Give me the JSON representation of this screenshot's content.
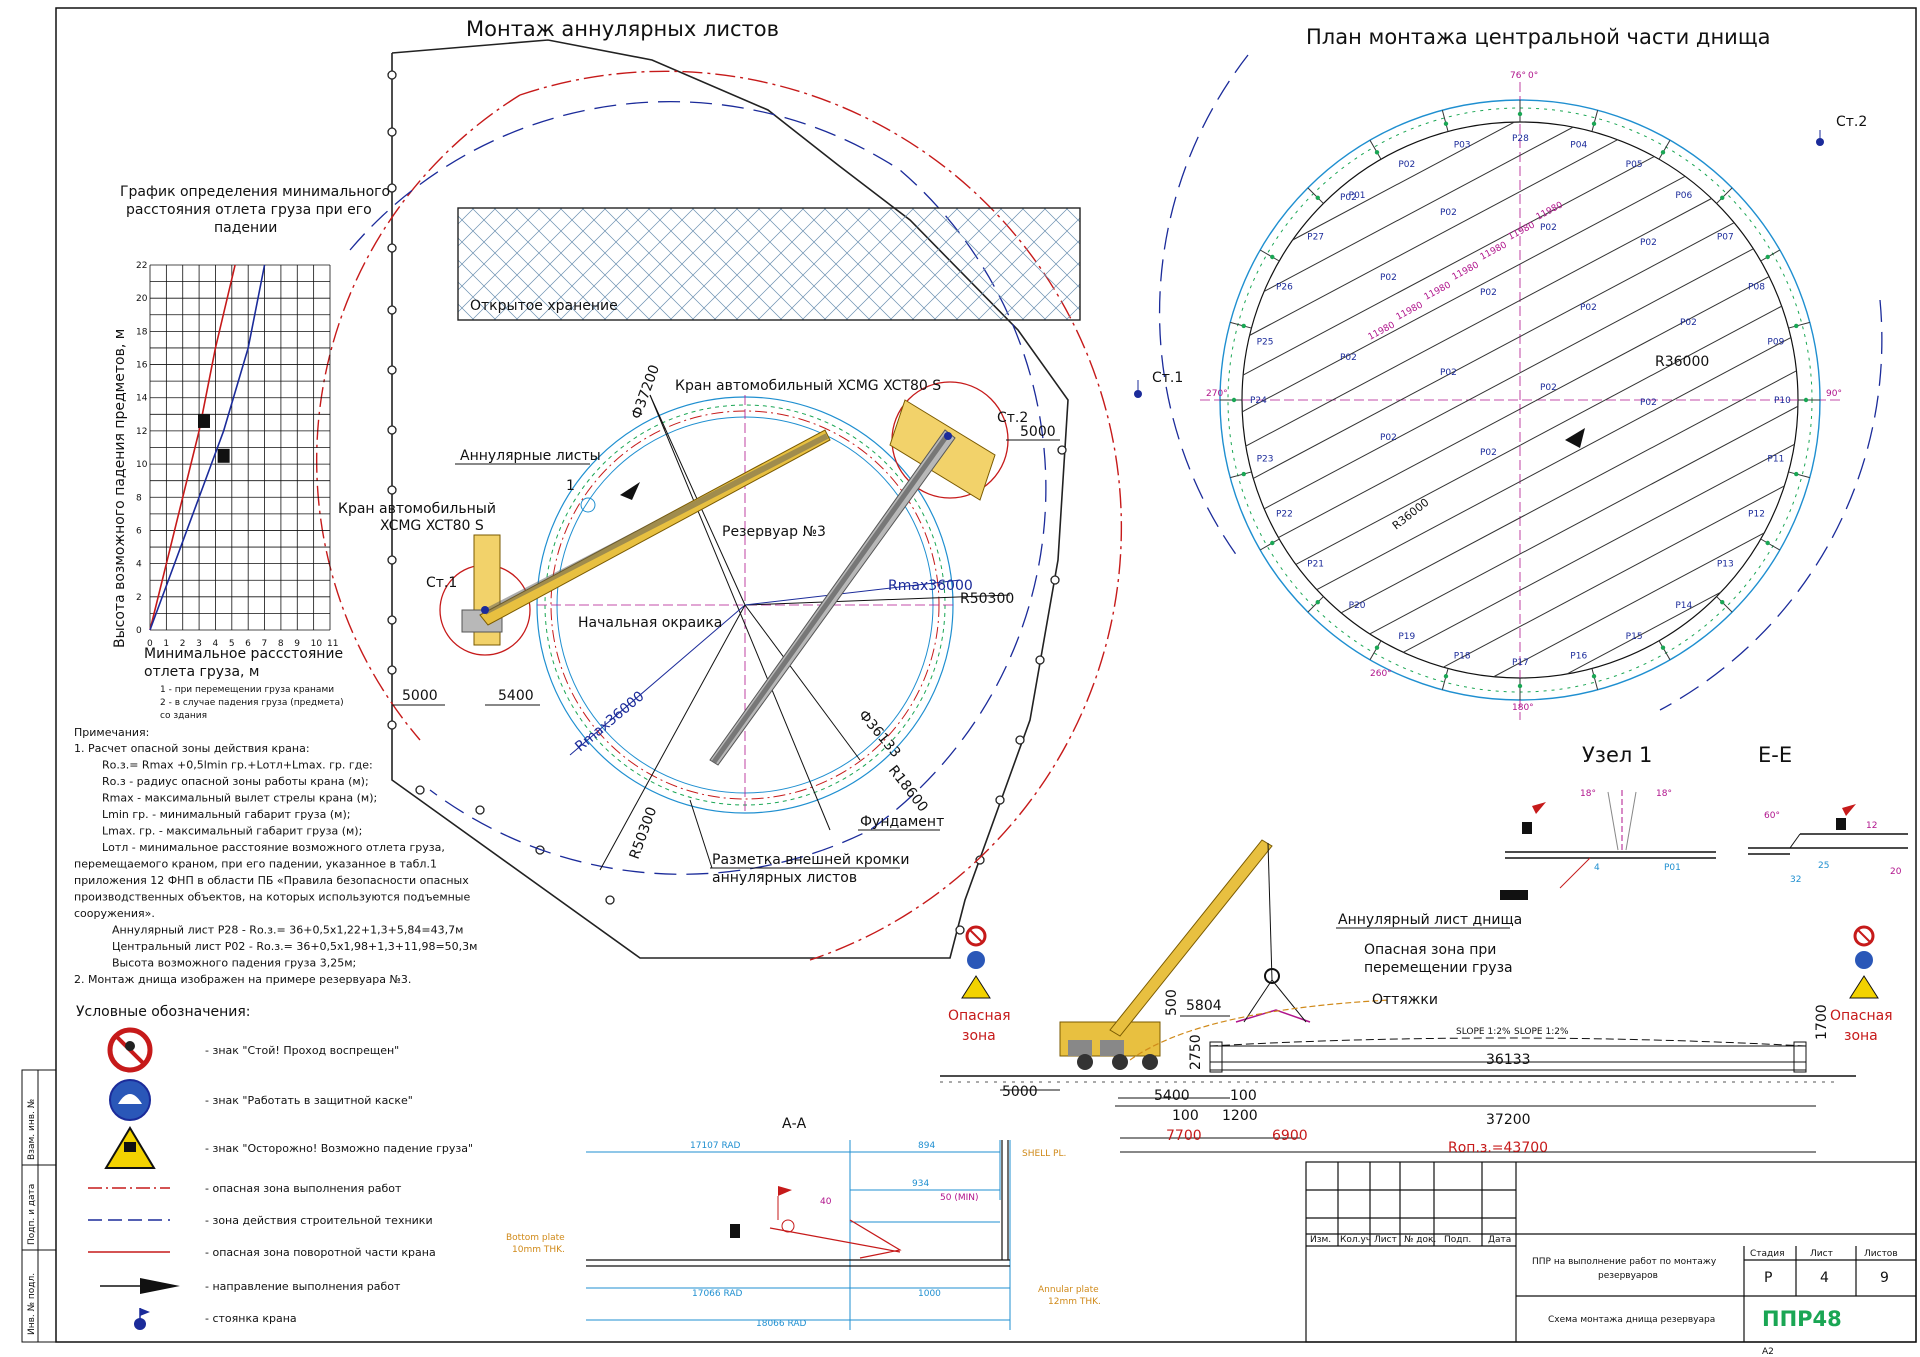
{
  "titles": {
    "annular_mount": "Монтаж аннулярных листов",
    "center_plan": "План монтажа центральной части днища",
    "node1": "Узел 1",
    "section_ee": "Е-Е",
    "section_aa": "А-А"
  },
  "left_plan": {
    "storage": "Открытое хранение",
    "crane1_label": [
      "Кран автомобильный",
      "XCMG XCT80 S"
    ],
    "crane2_label": "Кран автомобильный XCMG XCT80 S",
    "annular_sheets": "Аннулярные листы",
    "callout_1": "1",
    "reservoir": "Резервуар №3",
    "initial_paint": "Начальная окраика",
    "foundation": "Фундамент",
    "marking": [
      "Разметка внешней кромки",
      "аннулярных листов"
    ],
    "st1": "Ст.1",
    "st2": "Ст.2",
    "dims": {
      "d37200": "Ф37200",
      "d36133": "Ф36133",
      "r18600": "R18600",
      "r50300_a": "R50300",
      "r50300_b": "R50300",
      "rmax_a": "Rmax36000",
      "rmax_b": "Rmax36000",
      "d5000_a": "5000",
      "d5400": "5400",
      "d5000_b": "5000"
    }
  },
  "graph": {
    "title": [
      "График определения минимального",
      "расстояния отлета груза при его",
      "падении"
    ],
    "ylabel": "Высота возможного падения предметов, м",
    "xlabel": [
      "Минимальное рассстояние",
      "отлета груза, м"
    ],
    "yticks": [
      "0",
      "2",
      "4",
      "6",
      "8",
      "10",
      "12",
      "14",
      "16",
      "18",
      "20",
      "22"
    ],
    "xticks": [
      "0",
      "1",
      "2",
      "3",
      "4",
      "5",
      "6",
      "7",
      "8",
      "9",
      "10",
      "11"
    ],
    "legend": [
      "1 - при перемещении груза кранами",
      "2 - в случае падения груза (предмета)",
      "со здания"
    ]
  },
  "chart_data": {
    "type": "line",
    "xlabel": "Минимальное рассстояние отлета груза, м",
    "ylabel": "Высота возможного падения предметов, м",
    "xlim": [
      0,
      11
    ],
    "ylim": [
      0,
      22
    ],
    "series": [
      {
        "x": [
          0,
          1.0,
          2.0,
          3.0,
          4.0,
          5.2
        ],
        "y": [
          0,
          4,
          8,
          12,
          17,
          22
        ],
        "color": "#c61a1a"
      },
      {
        "x": [
          0,
          1.5,
          3.0,
          4.5,
          6.0,
          7.0
        ],
        "y": [
          0,
          4,
          8,
          12,
          17,
          22
        ],
        "color": "#1b2b9a"
      }
    ],
    "markers": [
      {
        "x": 3.3,
        "y": 12.6
      },
      {
        "x": 4.5,
        "y": 10.5
      }
    ]
  },
  "notes": {
    "heading": "Примечания:",
    "lines": [
      "1.   Расчет опасной зоны действия крана:",
      "Rо.з.= Rmax +0,5lmin гр.+Lотл+Lmax. гр. где:",
      "Rо.з - радиус опасной зоны работы крана (м);",
      "Rmax - максимальный вылет стрелы крана (м);",
      "Lmin гр. - минимальный габарит груза (м);",
      "Lmax. гр. - максимальный габарит груза (м);",
      "Lотл - минимальное расстояние возможного отлета груза,",
      "перемещаемого краном, при его падении, указанное в табл.1",
      "приложения 12 ФНП в области ПБ «Правила безопасности опасных",
      "производственных объектов, на которых используются подъемные",
      "сооружения».",
      "Аннулярный лист Р28 - Rо.з.= 36+0,5х1,22+1,3+5,84=43,7м",
      "Центральный лист Р02 - Rо.з.= 36+0,5х1,98+1,3+11,98=50,3м",
      "Высота возможного падения груза 3,25м;",
      "2. Монтаж днища изображен на примере резервуара №3."
    ]
  },
  "legend": {
    "heading": "Условные обозначения:",
    "items": [
      "- знак \"Стой! Проход воспрещен\"",
      "- знак \"Работать в защитной каске\"",
      "- знак \"Осторожно! Возможно падение груза\"",
      "- опасная зона выполнения работ",
      "- зона действия строительной техники",
      "- опасная зона поворотной части крана",
      "- направление выполнения работ",
      "- стоянка крана"
    ]
  },
  "side_stamp": [
    "Взам. инв. №",
    "Подп. и дата",
    "Инв. № подл."
  ],
  "section_aa": {
    "d17107": "17107 RAD",
    "d894": "894",
    "d934": "934",
    "d50": "50 (MIN)",
    "d40": "40",
    "shell": "SHELL PL.",
    "bottom": [
      "Bottom plate",
      "10mm THK."
    ],
    "annular": [
      "Annular plate",
      "12mm THK."
    ],
    "d17066": "17066 RAD",
    "d1000": "1000",
    "d18066": "18066 RAD"
  },
  "elevation": {
    "danger_left": [
      "Опасная",
      "зона"
    ],
    "danger_right": [
      "Опасная",
      "зона"
    ],
    "annular_bottom": "Аннулярный лист днища",
    "danger_move": [
      "Опасная зона при",
      "перемещении груза"
    ],
    "guys": "Оттяжки",
    "slope_a": "SLOPE 1:2%",
    "slope_b": "SLOPE 1:2%",
    "dims": {
      "d5804": "5804",
      "d500": "500",
      "d2750": "2750",
      "d1700": "1700",
      "d36133": "36133",
      "d5000": "5000",
      "d5400": "5400",
      "d100a": "100",
      "d100b": "100",
      "d1200": "1200",
      "d37200": "37200",
      "d7700": "7700",
      "d6900": "6900",
      "r43700": "Rоп.з.=43700"
    }
  },
  "right_plan": {
    "r36000_a": "R36000",
    "r36000_b": "R36000",
    "st1": "Ст.1",
    "st2": "Ст.2",
    "deg_top": "0°",
    "deg_top2": "76°",
    "deg_left": "270°",
    "deg_right": "90°",
    "deg_bottom": "180°",
    "deg_bl": "260°",
    "plates": [
      "Р28",
      "Р04",
      "Р05",
      "Р06",
      "Р07",
      "Р08",
      "Р09",
      "Р10",
      "Р11",
      "Р12",
      "Р13",
      "Р14",
      "Р15",
      "Р16",
      "Р17",
      "Р18",
      "Р19",
      "Р20",
      "Р21",
      "Р22",
      "Р23",
      "Р24",
      "Р25",
      "Р26",
      "Р27",
      "Р01",
      "Р02",
      "Р03"
    ],
    "len_label": "11980"
  },
  "node1": {
    "a18l": "18°",
    "a18r": "18°",
    "d4": "4",
    "p01": "Р01"
  },
  "ee": {
    "a60": "60°",
    "d12": "12",
    "d25": "25",
    "d32": "32",
    "d20": "20"
  },
  "titleblock": {
    "cols": [
      "Изм.",
      "Кол.уч",
      "Лист",
      "№ док.",
      "Подп.",
      "Дата"
    ],
    "doc_title": [
      "ППР на выполнение работ по монтажу",
      "резервуаров"
    ],
    "sheet_title": "Схема монтажа днища резервуара",
    "stage_h": "Стадия",
    "sheet_h": "Лист",
    "sheets_h": "Листов",
    "stage": "Р",
    "sheet": "4",
    "sheets": "9",
    "logo": "ППР48",
    "format": "А2"
  }
}
